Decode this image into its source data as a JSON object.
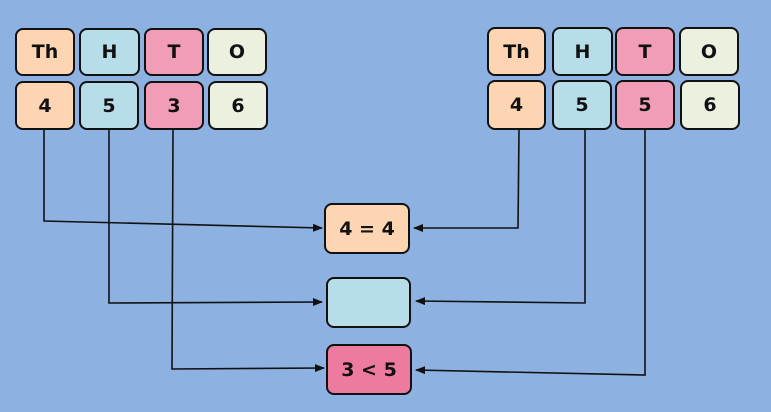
{
  "left_number": {
    "headers": [
      "Th",
      "H",
      "T",
      "O"
    ],
    "digits": [
      "4",
      "5",
      "3",
      "6"
    ]
  },
  "right_number": {
    "headers": [
      "Th",
      "H",
      "T",
      "O"
    ],
    "digits": [
      "4",
      "5",
      "5",
      "6"
    ]
  },
  "comparisons": {
    "thousands": "4 = 4",
    "hundreds": "",
    "tens": "3 < 5"
  },
  "colors": {
    "background": "#8db1e1",
    "thousands": "#fdd5b3",
    "hundreds": "#b7dde8",
    "tens": "#f29db7",
    "tens_result": "#ec7b9f",
    "ones": "#ebf0df"
  }
}
